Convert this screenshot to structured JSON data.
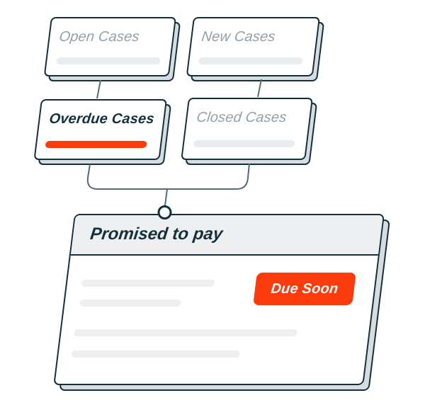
{
  "diagram": {
    "cards": [
      {
        "id": "open-cases",
        "label": "Open Cases",
        "state": "muted"
      },
      {
        "id": "new-cases",
        "label": "New Cases",
        "state": "muted"
      },
      {
        "id": "overdue-cases",
        "label": "Overdue Cases",
        "state": "active",
        "indicator_color": "#fb3b0c"
      },
      {
        "id": "closed-cases",
        "label": "Closed Cases",
        "state": "muted"
      }
    ],
    "detail_card": {
      "title": "Promised to pay",
      "badge": "Due Soon",
      "badge_color": "#fb3b0c"
    },
    "colors": {
      "ink": "#14303c",
      "muted_text": "#92a0ab",
      "orange": "#fb3b0c",
      "card_side": "#d6dce0",
      "header_fill": "#edeff1",
      "placeholder": "#efefef",
      "connector": "#576a75"
    }
  }
}
